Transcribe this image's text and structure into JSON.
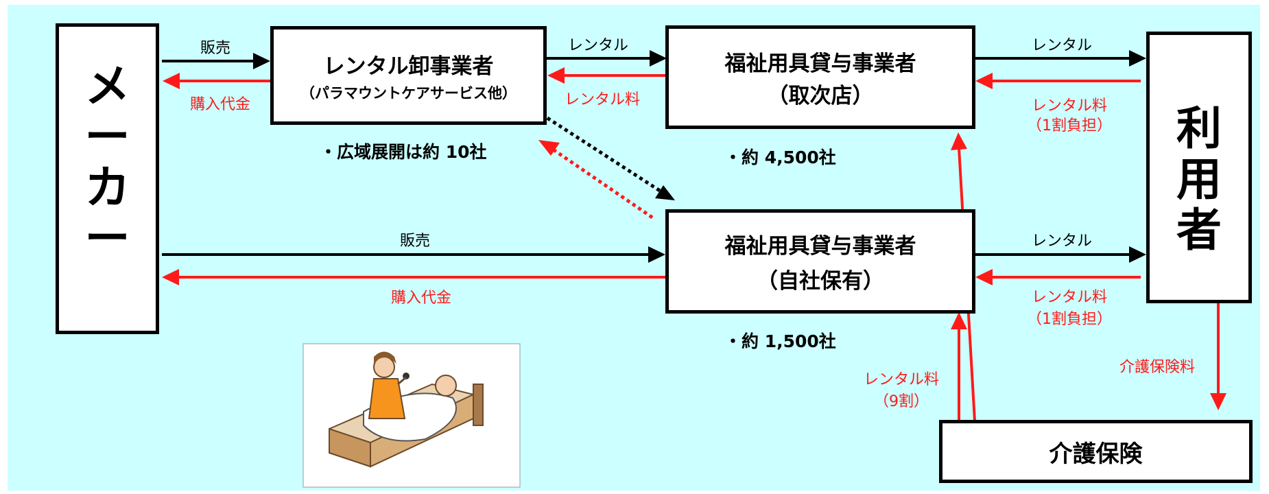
{
  "colors": {
    "background": "#ccffff",
    "flow": "#000000",
    "money": "#ff1a1a",
    "illustration_outline": "#999999"
  },
  "nodes": {
    "maker": {
      "label_chars": [
        "メ",
        "ー",
        "カ",
        "ー"
      ]
    },
    "wholesaler": {
      "label": "レンタル卸事業者",
      "sub": "（パラマウントケアサービス他）"
    },
    "agency": {
      "label": "福祉用具貸与事業者",
      "sub": "（取次店）"
    },
    "owner": {
      "label": "福祉用具貸与事業者",
      "sub": "（自社保有）"
    },
    "user": {
      "label_chars": [
        "利",
        "用",
        "者"
      ]
    },
    "insurance": {
      "label": "介護保険"
    }
  },
  "notes": {
    "wholesaler_count": "・広域展開は約 10社",
    "agency_count": "・約 4,500社",
    "owner_count": "・約 1,500社"
  },
  "flows": {
    "maker_to_wholesaler": "販売",
    "wholesaler_to_maker": "購入代金",
    "wholesaler_to_agency": "レンタル",
    "agency_to_wholesaler": "レンタル料",
    "agency_to_user": "レンタル",
    "user_to_agency": [
      "レンタル料",
      "（1割負担）"
    ],
    "maker_to_owner": "販売",
    "owner_to_maker": "購入代金",
    "owner_to_user": "レンタル",
    "user_to_owner": [
      "レンタル料",
      "（1割負担）"
    ],
    "user_to_insurance": "介護保険料",
    "insurance_to_providers": [
      "レンタル料",
      "（9割）"
    ]
  },
  "illustration": {
    "icon": "care-bed-illustration-icon"
  }
}
